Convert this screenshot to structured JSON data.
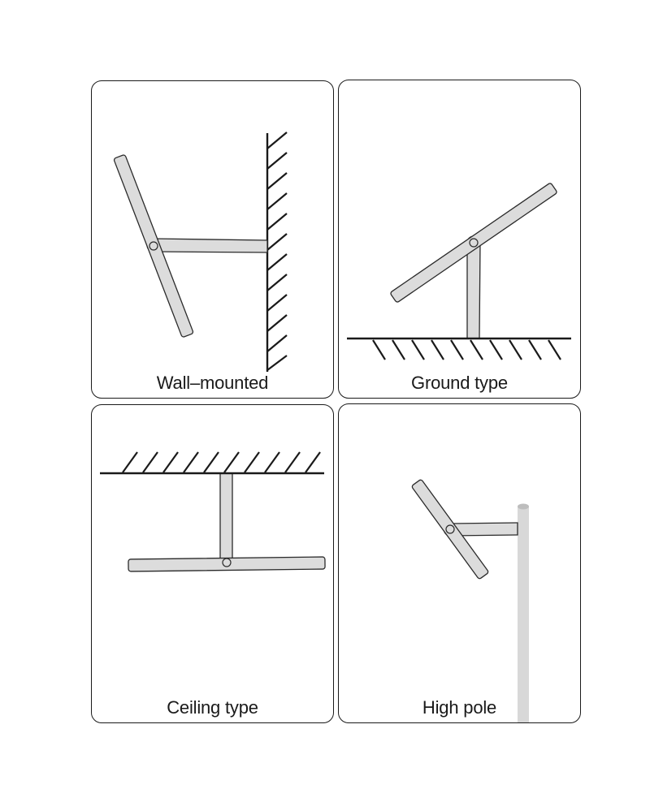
{
  "panels": [
    {
      "id": "wall",
      "caption": "Wall–mounted",
      "icon": "wall-mount-icon"
    },
    {
      "id": "ground",
      "caption": "Ground type",
      "icon": "ground-mount-icon"
    },
    {
      "id": "ceiling",
      "caption": "Ceiling type",
      "icon": "ceiling-mount-icon"
    },
    {
      "id": "pole",
      "caption": "High pole",
      "icon": "pole-mount-icon"
    }
  ],
  "colors": {
    "arm_fill": "#dcdcdc",
    "outline": "#1a1a1a",
    "pole_fill": "#d8d8d8"
  }
}
